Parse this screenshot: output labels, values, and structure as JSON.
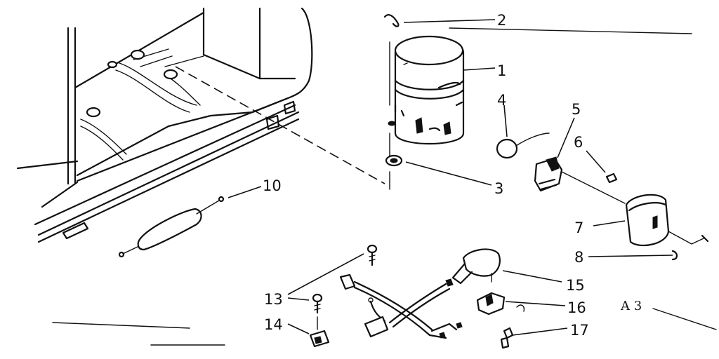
{
  "sheet_code": "A 3",
  "parts": [
    {
      "number": "1",
      "name": "compressor"
    },
    {
      "number": "2",
      "name": "clip"
    },
    {
      "number": "3",
      "name": "grommet"
    },
    {
      "number": "4",
      "name": "overload-protector"
    },
    {
      "number": "5",
      "name": "relay"
    },
    {
      "number": "6",
      "name": "clip"
    },
    {
      "number": "7",
      "name": "terminal-cover"
    },
    {
      "number": "8",
      "name": "bale-wire"
    },
    {
      "number": "10",
      "name": "drier"
    },
    {
      "number": "13",
      "name": "screw"
    },
    {
      "number": "14",
      "name": "clamp"
    },
    {
      "number": "15",
      "name": "power-cord"
    },
    {
      "number": "16",
      "name": "strain-relief"
    },
    {
      "number": "17",
      "name": "clip"
    }
  ],
  "colors": {
    "ink": "#111111",
    "paper": "#ffffff"
  }
}
